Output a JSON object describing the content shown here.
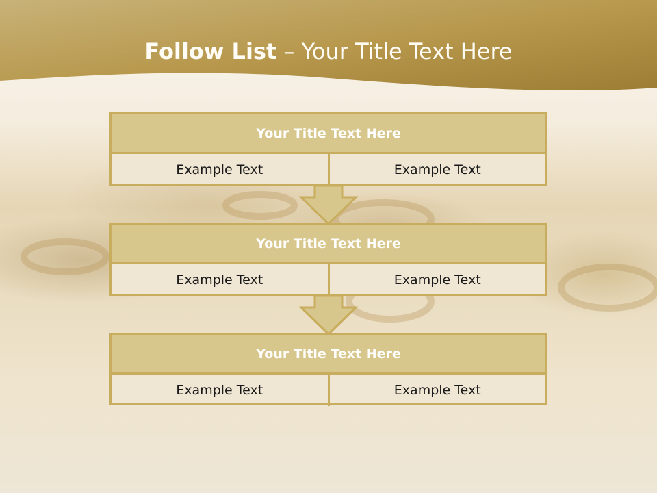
{
  "colors": {
    "accent": "#c9ad5e",
    "header_fill": "#d8c78d",
    "cell_fill": "#f0e6d4",
    "banner": "#b99b4a"
  },
  "title": {
    "bold": "Follow List",
    "rest": " – Your Title Text Here"
  },
  "steps": [
    {
      "title": "Your Title Text Here",
      "left": "Example Text",
      "right": "Example Text"
    },
    {
      "title": "Your Title Text Here",
      "left": "Example Text",
      "right": "Example Text"
    },
    {
      "title": "Your Title Text Here",
      "left": "Example Text",
      "right": "Example Text"
    }
  ],
  "connectors": [
    "down-arrow",
    "down-arrow"
  ]
}
